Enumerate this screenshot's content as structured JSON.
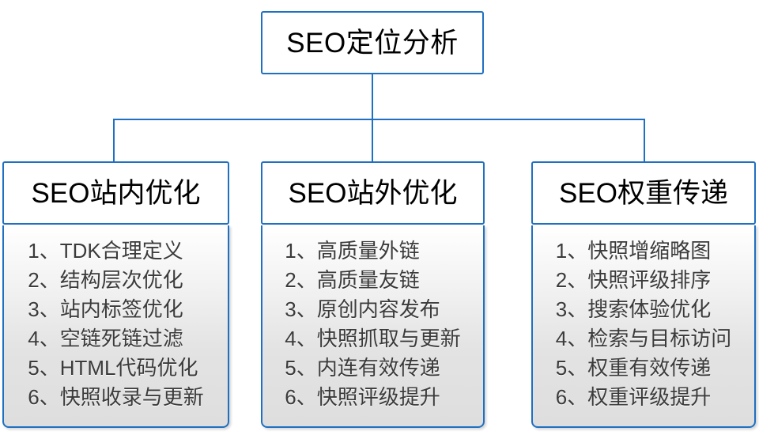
{
  "diagram": {
    "type": "org-tree",
    "root": {
      "label": "SEO定位分析"
    },
    "branches": [
      {
        "title": "SEO站内优化",
        "items": [
          "1、TDK合理定义",
          "2、结构层次优化",
          "3、站内标签优化",
          "4、空链死链过滤",
          "5、HTML代码优化",
          "6、快照收录与更新"
        ]
      },
      {
        "title": "SEO站外优化",
        "items": [
          "1、高质量外链",
          "2、高质量友链",
          "3、原创内容发布",
          "4、快照抓取与更新",
          "5、内连有效传递",
          "6、快照评级提升"
        ]
      },
      {
        "title": "SEO权重传递",
        "items": [
          "1、快照增缩略图",
          "2、快照评级排序",
          "3、搜索体验优化",
          "4、检索与目标访问",
          "5、权重有效传递",
          "6、权重评级提升"
        ]
      }
    ],
    "colors": {
      "border": "#1f70c1",
      "connector": "#1f70c1",
      "root_fill": "#ffffff",
      "head_fill": "#ffffff",
      "body_fill_top": "#ffffff",
      "body_fill_bottom": "#dedede",
      "title_text": "#000000",
      "item_text": "#3b3b3b"
    }
  }
}
